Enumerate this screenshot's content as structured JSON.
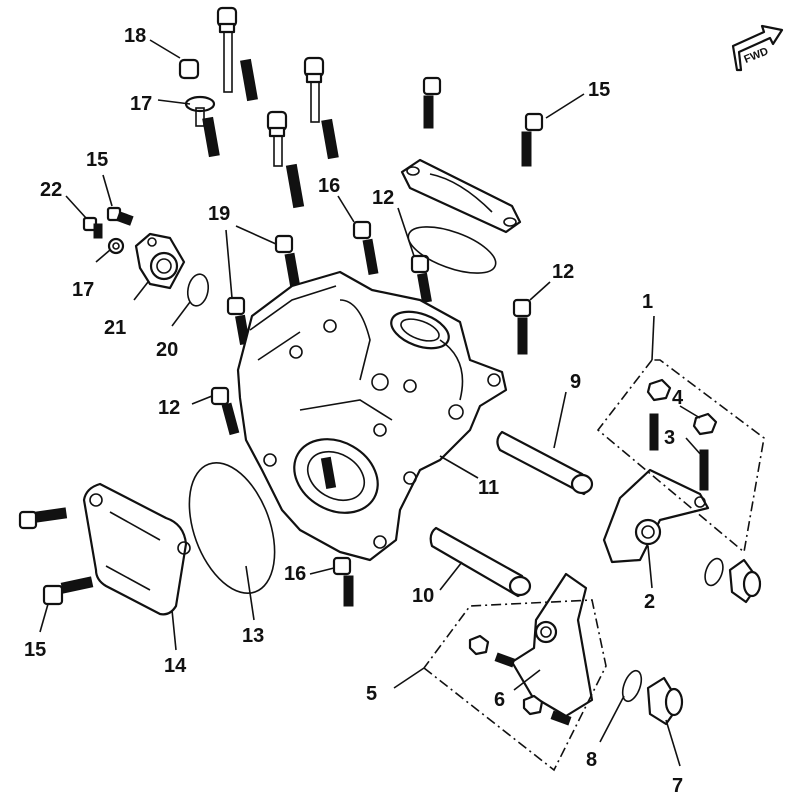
{
  "fwd_label": "FWD",
  "callouts": {
    "c1": "1",
    "c2": "2",
    "c3": "3",
    "c4": "4",
    "c5": "5",
    "c6": "6",
    "c7": "7",
    "c8": "8",
    "c9": "9",
    "c10": "10",
    "c11": "11",
    "c12a": "12",
    "c12b": "12",
    "c12c": "12",
    "c13": "13",
    "c14": "14",
    "c15a": "15",
    "c15b": "15",
    "c15c": "15",
    "c16a": "16",
    "c16b": "16",
    "c17a": "17",
    "c17b": "17",
    "c18": "18",
    "c19": "19",
    "c20": "20",
    "c21": "21",
    "c22": "22"
  }
}
